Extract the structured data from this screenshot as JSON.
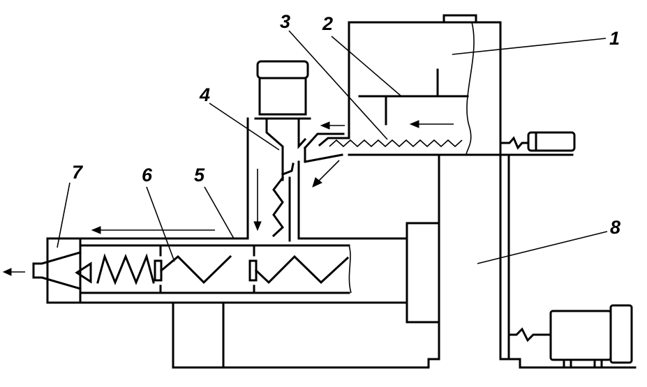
{
  "callouts": [
    {
      "id": "1",
      "text": "1"
    },
    {
      "id": "2",
      "text": "2"
    },
    {
      "id": "3",
      "text": "3"
    },
    {
      "id": "4",
      "text": "4"
    },
    {
      "id": "5",
      "text": "5"
    },
    {
      "id": "6",
      "text": "6"
    },
    {
      "id": "7",
      "text": "7"
    },
    {
      "id": "8",
      "text": "8"
    }
  ],
  "icons": {
    "top_motor": "electric-motor-icon",
    "side_motor": "electric-motor-icon",
    "base_motor": "electric-motor-icon",
    "coupling": "coupling-icon"
  },
  "colors": {
    "stroke": "#000000",
    "background": "#ffffff"
  }
}
